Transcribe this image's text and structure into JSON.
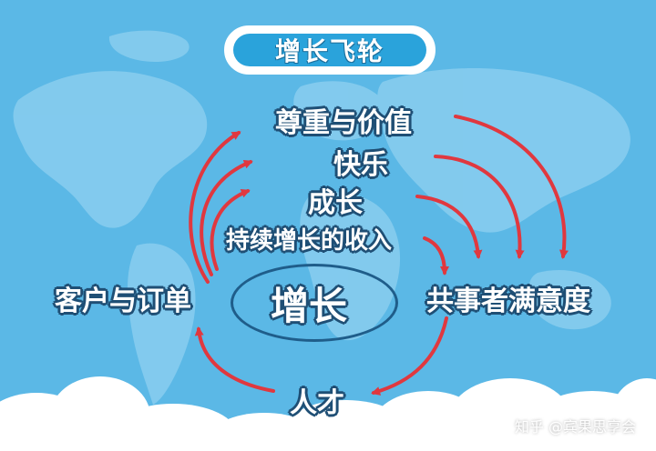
{
  "title": "增长飞轮",
  "center": "增长",
  "nodes": {
    "respect_value": "尊重与价值",
    "happiness": "快乐",
    "growth": "成长",
    "sustained_income": "持续增长的收入",
    "customers_orders": "客户与订单",
    "shared_satisfaction": "共事者满意度",
    "talent": "人才"
  },
  "watermark": "知乎 @宾果思享会",
  "colors": {
    "background": "#5bb8e6",
    "arrow": "#e0383f",
    "outline": "#1f4f75",
    "title_fill": "#2aa3db"
  }
}
